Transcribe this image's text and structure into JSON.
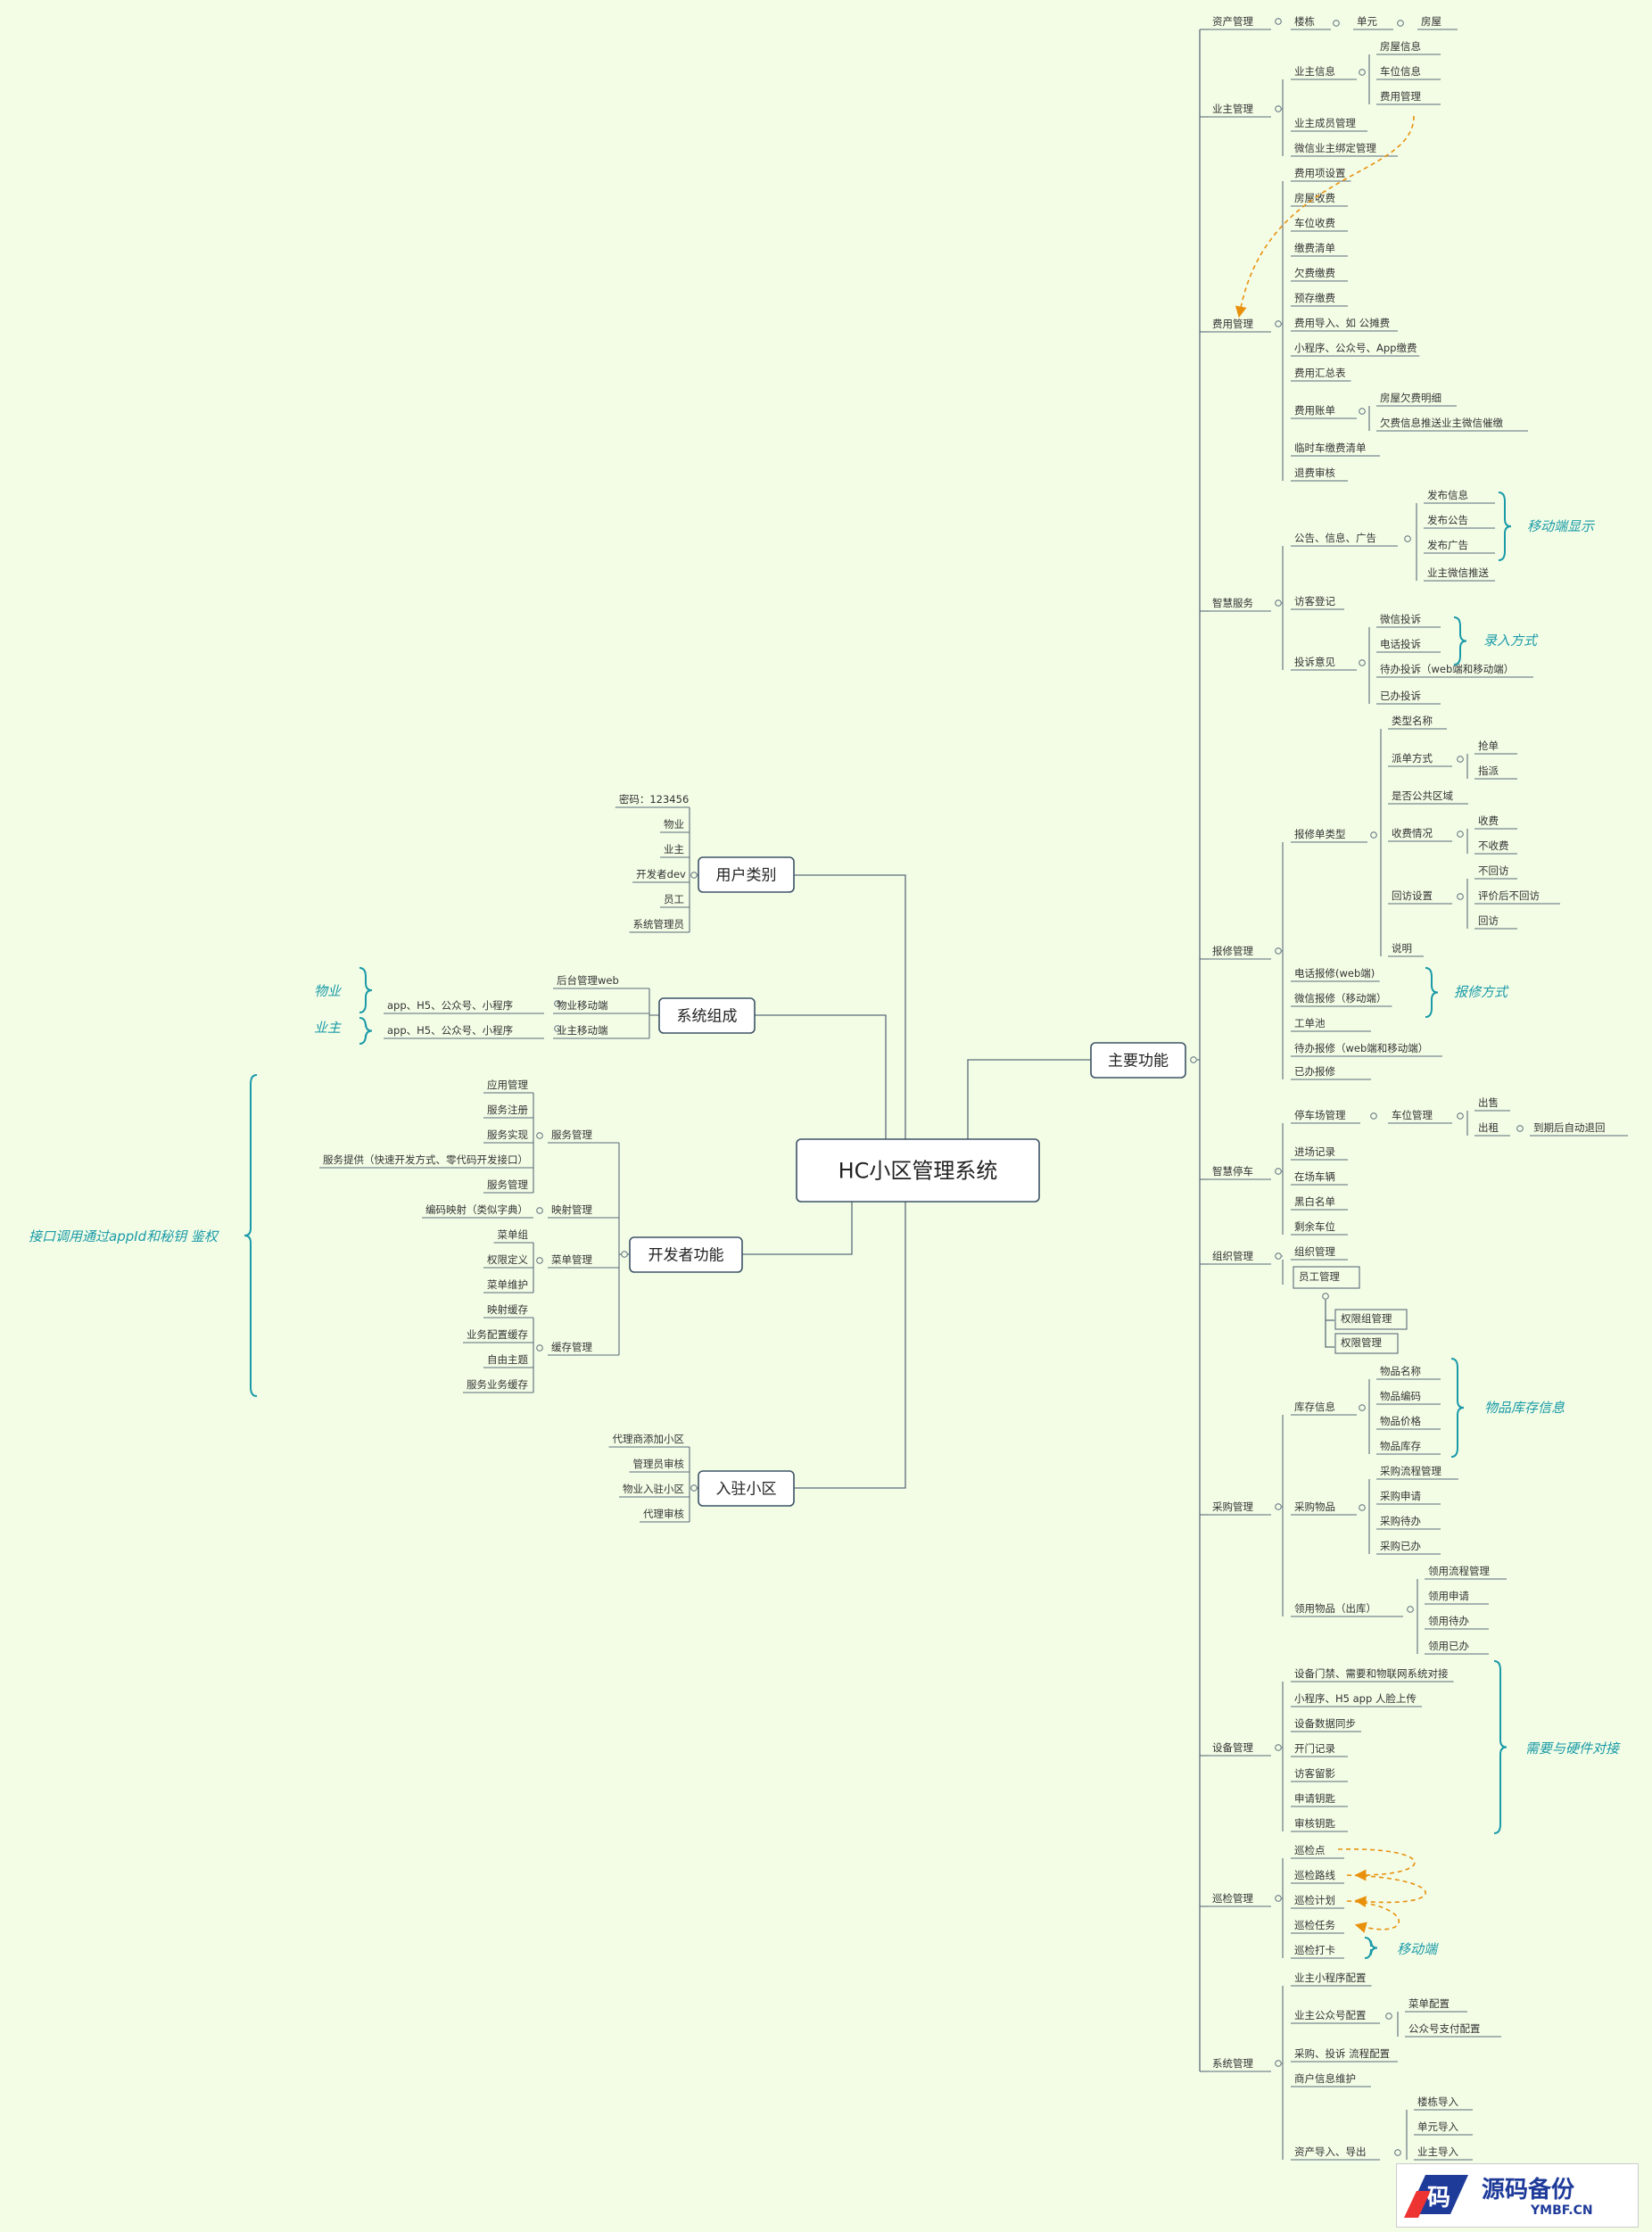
{
  "colors": {
    "background": "#f3fde6",
    "line": "#5a6b7a",
    "node_border": "#3d5366",
    "text": "#333333",
    "annotation": "#1a9aa8",
    "arrow": "#e8900c"
  },
  "center": "HC小区管理系统",
  "main_branch": "主要功能",
  "left_branches": {
    "user_types": {
      "label": "用户类别",
      "items": [
        "密码：123456",
        "物业",
        "业主",
        "开发者dev",
        "员工",
        "系统管理员"
      ]
    },
    "system_composition": {
      "label": "系统组成",
      "items": [
        "后台管理web",
        "物业移动端",
        "业主移动端"
      ],
      "mobile_channels": [
        "app、H5、公众号、小程序",
        "app、H5、公众号、小程序"
      ],
      "annotations": [
        "物业",
        "业主"
      ]
    },
    "developer": {
      "label": "开发者功能",
      "annotation": "接口调用通过appId和秘钥 鉴权",
      "service_mgmt": {
        "label": "服务管理",
        "items": [
          "应用管理",
          "服务注册",
          "服务实现",
          "服务提供（快速开发方式、零代码开发接口）",
          "服务管理"
        ]
      },
      "mapping_mgmt": {
        "label": "映射管理",
        "items": [
          "编码映射（类似字典）"
        ]
      },
      "menu_mgmt": {
        "label": "菜单管理",
        "items": [
          "菜单组",
          "权限定义",
          "菜单维护"
        ]
      },
      "cache_mgmt": {
        "label": "缓存管理",
        "items": [
          "映射缓存",
          "业务配置缓存",
          "自由主题",
          "服务业务缓存"
        ]
      }
    },
    "onboarding": {
      "label": "入驻小区",
      "items": [
        "代理商添加小区",
        "管理员审核",
        "物业入驻小区",
        "代理审核"
      ]
    }
  },
  "main_functions": {
    "asset_mgmt": {
      "label": "资产管理",
      "items": [
        "楼栋",
        "单元",
        "房屋"
      ]
    },
    "owner_mgmt": {
      "label": "业主管理",
      "owner_info": {
        "label": "业主信息",
        "items": [
          "房屋信息",
          "车位信息",
          "费用管理"
        ]
      },
      "items": [
        "业主成员管理",
        "微信业主绑定管理"
      ]
    },
    "fee_mgmt": {
      "label": "费用管理",
      "items": [
        "费用项设置",
        "房屋收费",
        "车位收费",
        "缴费清单",
        "欠费缴费",
        "预存缴费",
        "费用导入、如 公摊费",
        "小程序、公众号、App缴费",
        "费用汇总表"
      ],
      "bill": {
        "label": "费用账单",
        "items": [
          "房屋欠费明细",
          "欠费信息推送业主微信催缴"
        ]
      },
      "tail": [
        "临时车缴费清单",
        "退费审核"
      ]
    },
    "smart_service": {
      "label": "智慧服务",
      "notices": {
        "label": "公告、信息、广告",
        "items": [
          "发布信息",
          "发布公告",
          "发布广告",
          "业主微信推送"
        ],
        "annotation": "移动端显示"
      },
      "visitor": "访客登记",
      "complaint": {
        "label": "投诉意见",
        "items": [
          "微信投诉",
          "电话投诉",
          "待办投诉（web端和移动端）",
          "已办投诉"
        ],
        "annotation": "录入方式"
      }
    },
    "repair_mgmt": {
      "label": "报修管理",
      "type": {
        "label": "报修单类型",
        "type_name": "类型名称",
        "dispatch": {
          "label": "派单方式",
          "items": [
            "抢单",
            "指派"
          ]
        },
        "public_area": "是否公共区域",
        "charge": {
          "label": "收费情况",
          "items": [
            "收费",
            "不收费"
          ]
        },
        "revisit": {
          "label": "回访设置",
          "items": [
            "不回访",
            "评价后不回访",
            "回访"
          ]
        },
        "note": "说明"
      },
      "items": [
        "电话报修(web端)",
        "微信报修（移动端）",
        "工单池",
        "待办报修（web端和移动端）",
        "已办报修"
      ],
      "annotation": "报修方式"
    },
    "smart_parking": {
      "label": "智慧停车",
      "lot": {
        "label": "停车场管理",
        "space": "车位管理",
        "items": [
          "出售",
          "出租"
        ],
        "expire": "到期后自动退回"
      },
      "items": [
        "进场记录",
        "在场车辆",
        "黑白名单",
        "剩余车位"
      ]
    },
    "org_mgmt": {
      "label": "组织管理",
      "items": [
        "组织管理",
        "员工管理"
      ],
      "staff_items": [
        "权限组管理",
        "权限管理"
      ]
    },
    "purchase_mgmt": {
      "label": "采购管理",
      "stock": {
        "label": "库存信息",
        "items": [
          "物品名称",
          "物品编码",
          "物品价格",
          "物品库存"
        ],
        "annotation": "物品库存信息"
      },
      "buy": {
        "label": "采购物品",
        "items": [
          "采购流程管理",
          "采购申请",
          "采购待办",
          "采购已办"
        ]
      },
      "take": {
        "label": "领用物品（出库）",
        "items": [
          "领用流程管理",
          "领用申请",
          "领用待办",
          "领用已办"
        ]
      }
    },
    "device_mgmt": {
      "label": "设备管理",
      "items": [
        "设备门禁、需要和物联网系统对接",
        "小程序、H5 app 人脸上传",
        "设备数据同步",
        "开门记录",
        "访客留影",
        "申请钥匙",
        "审核钥匙"
      ],
      "annotation": "需要与硬件对接"
    },
    "patrol_mgmt": {
      "label": "巡检管理",
      "items": [
        "巡检点",
        "巡检路线",
        "巡检计划",
        "巡检任务",
        "巡检打卡"
      ],
      "annotation": "移动端"
    },
    "system_mgmt": {
      "label": "系统管理",
      "items": [
        "业主小程序配置"
      ],
      "official": {
        "label": "业主公众号配置",
        "items": [
          "菜单配置",
          "公众号支付配置"
        ]
      },
      "more": [
        "采购、投诉 流程配置",
        "商户信息维护"
      ],
      "io": {
        "label": "资产导入、导出",
        "items": [
          "楼栋导入",
          "单元导入",
          "业主导入"
        ]
      }
    }
  },
  "watermark": {
    "title": "源码备份",
    "url": "YMBF.CN",
    "glyph": "码"
  }
}
